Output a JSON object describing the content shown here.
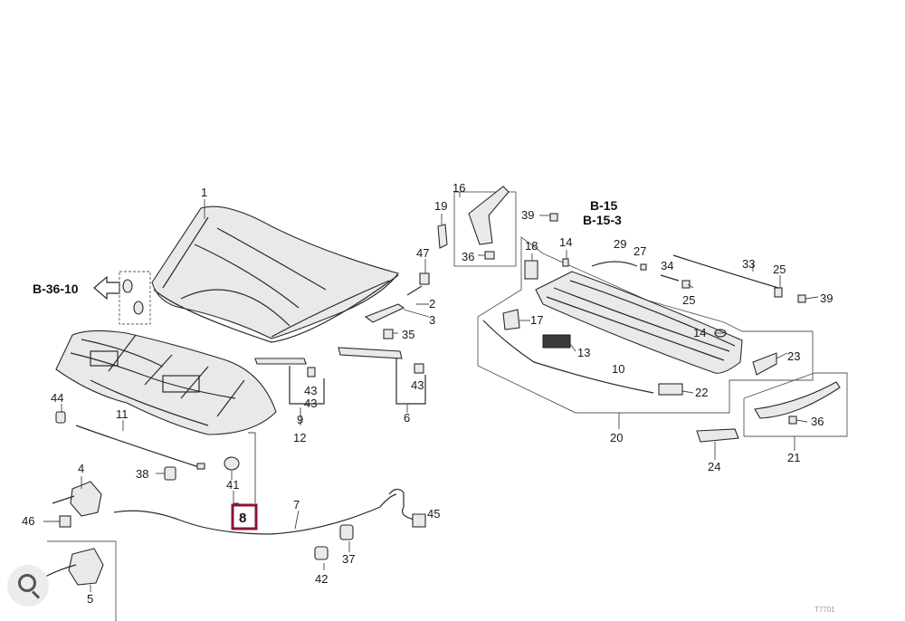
{
  "diagram": {
    "refs": {
      "b36": "B-36-10",
      "b15": "B-15",
      "b153": "B-15-3"
    },
    "callouts": [
      "1",
      "2",
      "3",
      "4",
      "5",
      "6",
      "7",
      "9",
      "10",
      "11",
      "12",
      "13",
      "14",
      "14",
      "16",
      "17",
      "18",
      "19",
      "20",
      "21",
      "22",
      "23",
      "24",
      "25",
      "25",
      "27",
      "29",
      "33",
      "34",
      "35",
      "36",
      "36",
      "37",
      "38",
      "39",
      "39",
      "41",
      "42",
      "43",
      "43",
      "43",
      "44",
      "45",
      "46",
      "47"
    ],
    "highlighted_callout": "8",
    "colors": {
      "highlight": "#8b1530",
      "line": "#2a2a2a"
    },
    "footer_code": "T7701"
  },
  "overlay": {
    "icon": "lens-search-icon"
  }
}
